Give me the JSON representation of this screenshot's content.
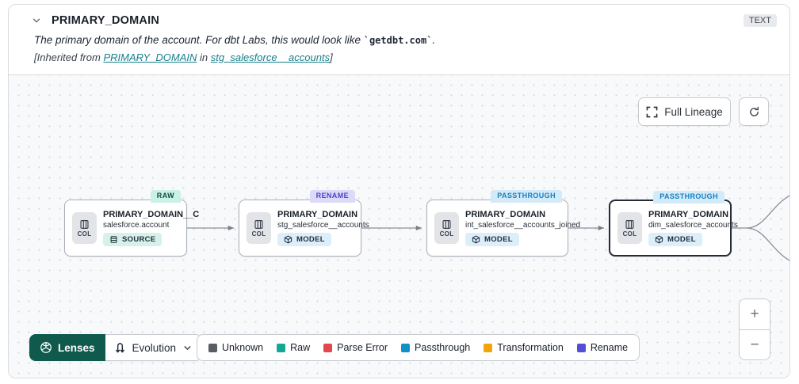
{
  "header": {
    "title": "PRIMARY_DOMAIN",
    "type_badge": "TEXT",
    "description_prefix": "The primary domain of the account. For dbt Labs, this would look like ",
    "description_code": "`getdbt.com`",
    "description_suffix": ".",
    "inherited_prefix": "[Inherited from ",
    "inherited_link_column": "PRIMARY_DOMAIN",
    "inherited_middle": " in ",
    "inherited_link_model": "stg_salesforce__accounts",
    "inherited_suffix": "]"
  },
  "canvas": {
    "full_lineage_label": "Full Lineage",
    "nodes": [
      {
        "badge": "RAW",
        "title": "PRIMARY_DOMAIN__C",
        "subtitle": "salesforce.account",
        "tag": "SOURCE",
        "col_label": "COL"
      },
      {
        "badge": "RENAME",
        "title": "PRIMARY_DOMAIN",
        "subtitle": "stg_salesforce__accounts",
        "tag": "MODEL",
        "col_label": "COL"
      },
      {
        "badge": "PASSTHROUGH",
        "title": "PRIMARY_DOMAIN",
        "subtitle": "int_salesforce__accounts_joined",
        "tag": "MODEL",
        "col_label": "COL"
      },
      {
        "badge": "PASSTHROUGH",
        "title": "PRIMARY_DOMAIN",
        "subtitle": "dim_salesforce_accounts",
        "tag": "MODEL",
        "col_label": "COL"
      }
    ]
  },
  "toolbar": {
    "lenses_label": "Lenses",
    "lens_selected": "Evolution",
    "lenses_bg": "#0F5A4D",
    "legend": [
      {
        "label": "Unknown",
        "color": "#5A5D63"
      },
      {
        "label": "Raw",
        "color": "#13A893"
      },
      {
        "label": "Parse Error",
        "color": "#E2474D"
      },
      {
        "label": "Passthrough",
        "color": "#128FC9"
      },
      {
        "label": "Transformation",
        "color": "#F2A50A"
      },
      {
        "label": "Rename",
        "color": "#554ED4"
      }
    ],
    "zoom_in_label": "+",
    "zoom_out_label": "−"
  }
}
